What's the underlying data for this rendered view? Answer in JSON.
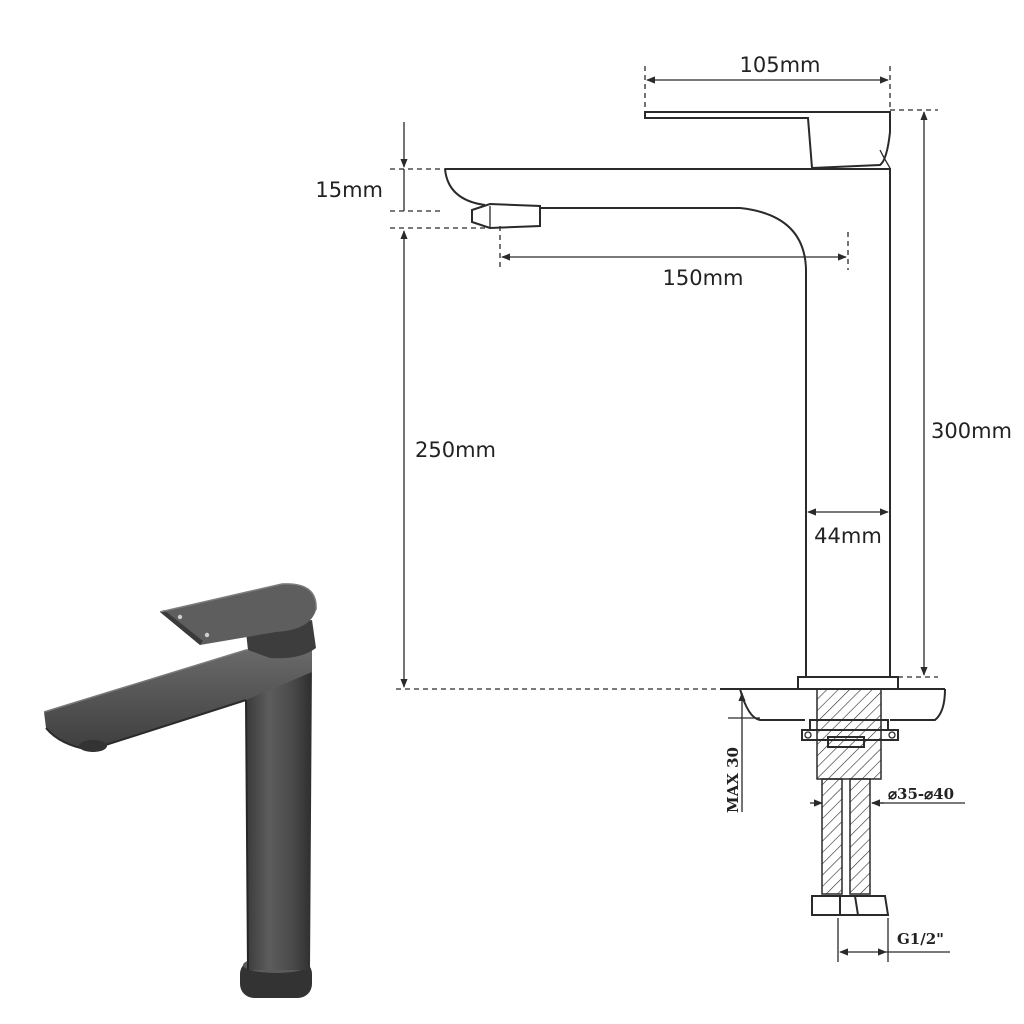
{
  "dimensions": {
    "lever_length": "105mm",
    "spout_thickness": "15mm",
    "spout_reach": "150mm",
    "spout_height": "250mm",
    "total_height": "300mm",
    "body_diameter": "44mm",
    "max_deck_thickness": "MAX 30",
    "hole_diameter": "⌀35-⌀40",
    "thread": "G1/2\""
  },
  "colors": {
    "line": "#2a2a2a",
    "faucet_body": "#4a4a4a",
    "faucet_highlight": "#6d6d6d",
    "faucet_shadow": "#2f2f2f"
  }
}
